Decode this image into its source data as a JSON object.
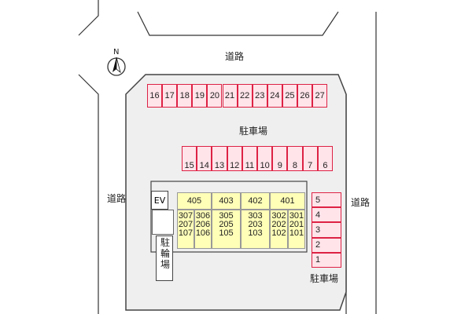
{
  "roads": {
    "north_label": "道路",
    "west_label": "道路",
    "east_label": "道路"
  },
  "compass": {
    "label": "N"
  },
  "parking": {
    "north_lot_label": "駐車場",
    "east_lot_label": "駐車場",
    "top_row": [
      "16",
      "17",
      "18",
      "19",
      "20",
      "21",
      "22",
      "23",
      "24",
      "25",
      "26",
      "27"
    ],
    "middle_row": [
      "15",
      "14",
      "13",
      "12",
      "11",
      "10",
      "9",
      "8",
      "7",
      "6"
    ],
    "east_column": [
      "5",
      "4",
      "3",
      "2",
      "1"
    ]
  },
  "building": {
    "ev_label": "EV",
    "upper_units": [
      "405",
      "403",
      "402",
      "401"
    ],
    "stacked_units": [
      [
        "307",
        "207",
        "107"
      ],
      [
        "306",
        "206",
        "106"
      ],
      [
        "305",
        "205",
        "105"
      ],
      [
        "303",
        "203",
        "103"
      ],
      [
        "302",
        "202",
        "102"
      ],
      [
        "301",
        "201",
        "101"
      ]
    ]
  },
  "bicycle_parking": {
    "label": "駐輪場"
  },
  "colors": {
    "lot_fill": "#efefef",
    "slot_border": "#dd2244",
    "slot_fill": "#ffe4ea",
    "unit_fill": "#ffffb8"
  }
}
